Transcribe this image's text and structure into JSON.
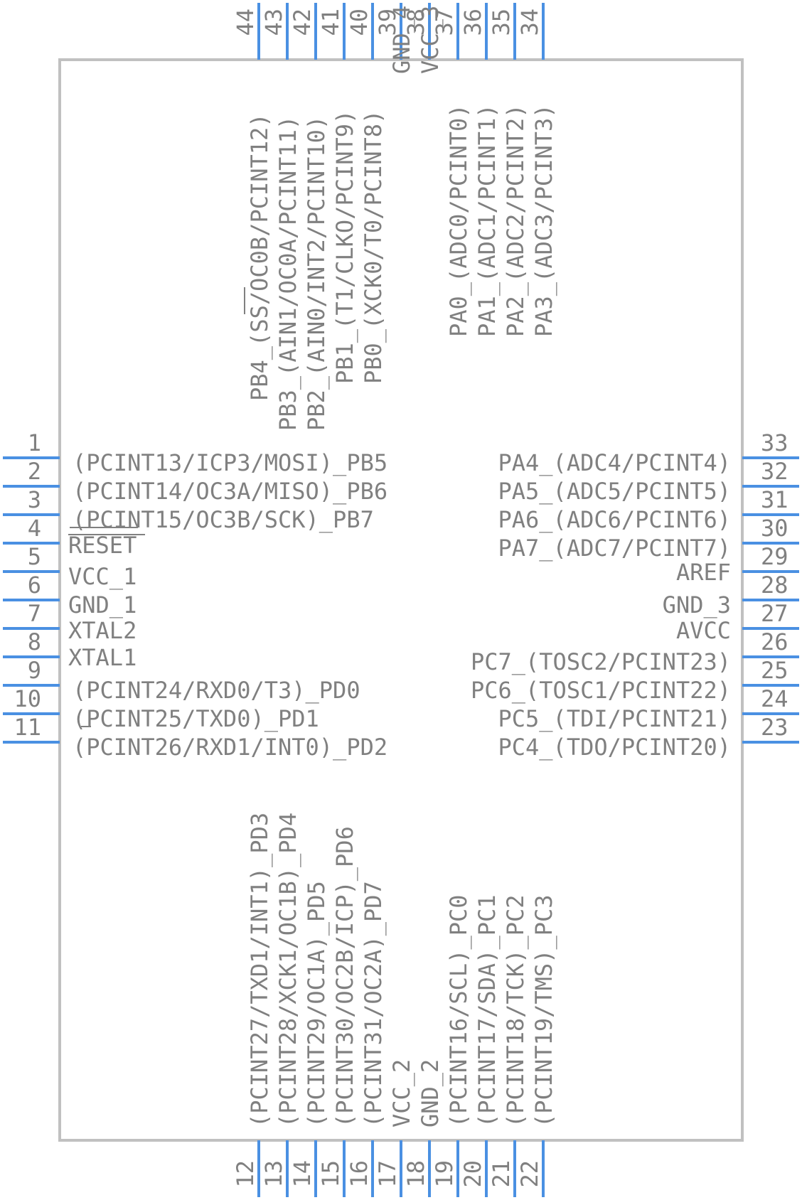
{
  "colors": {
    "pin": "#4a90e2",
    "body": "#c0c0c0",
    "text": "#808080"
  },
  "pins": {
    "left": [
      {
        "num": "1",
        "label": "(PCINT13/ICP3/MOSI)_PB5"
      },
      {
        "num": "2",
        "label": "(PCINT14/OC3A/MISO)_PB6"
      },
      {
        "num": "3",
        "label": "(PCINT15/OC3B/SCK)_PB7"
      },
      {
        "num": "4",
        "label": "RESET"
      },
      {
        "num": "5",
        "label": "VCC_1"
      },
      {
        "num": "6",
        "label": "GND_1"
      },
      {
        "num": "7",
        "label": "XTAL2"
      },
      {
        "num": "8",
        "label": "XTAL1"
      },
      {
        "num": "9",
        "label": "(PCINT24/RXD0/T3)_PD0"
      },
      {
        "num": "10",
        "label": "(PCINT25/TXD0)_PD1"
      },
      {
        "num": "11",
        "label": "(PCINT26/RXD1/INT0)_PD2"
      }
    ],
    "right": [
      {
        "num": "33",
        "label": "PA4_(ADC4/PCINT4)"
      },
      {
        "num": "32",
        "label": "PA5_(ADC5/PCINT5)"
      },
      {
        "num": "31",
        "label": "PA6_(ADC6/PCINT6)"
      },
      {
        "num": "30",
        "label": "PA7_(ADC7/PCINT7)"
      },
      {
        "num": "29",
        "label": "AREF"
      },
      {
        "num": "28",
        "label": "GND_3"
      },
      {
        "num": "27",
        "label": "AVCC"
      },
      {
        "num": "26",
        "label": "PC7_(TOSC2/PCINT23)"
      },
      {
        "num": "25",
        "label": "PC6_(TOSC1/PCINT22)"
      },
      {
        "num": "24",
        "label": "PC5_(TDI/PCINT21)"
      },
      {
        "num": "23",
        "label": "PC4_(TDO/PCINT20)"
      }
    ],
    "top": [
      {
        "num": "44",
        "label": "PB4_(SS/OC0B/PCINT12)"
      },
      {
        "num": "43",
        "label": "PB3_(AIN1/OC0A/PCINT11)"
      },
      {
        "num": "42",
        "label": "PB2_(AIN0/INT2/PCINT10)"
      },
      {
        "num": "41",
        "label": "PB1_(T1/CLKO/PCINT9)"
      },
      {
        "num": "40",
        "label": "PB0_(XCK0/T0/PCINT8)"
      },
      {
        "num": "39",
        "label": "GND_4"
      },
      {
        "num": "38",
        "label": "VCC_3"
      },
      {
        "num": "37",
        "label": "PA0_(ADC0/PCINT0)"
      },
      {
        "num": "36",
        "label": "PA1_(ADC1/PCINT1)"
      },
      {
        "num": "35",
        "label": "PA2_(ADC2/PCINT2)"
      },
      {
        "num": "34",
        "label": "PA3_(ADC3/PCINT3)"
      }
    ],
    "bottom": [
      {
        "num": "12",
        "label": "(PCINT27/TXD1/INT1)_PD3"
      },
      {
        "num": "13",
        "label": "(PCINT28/XCK1/OC1B)_PD4"
      },
      {
        "num": "14",
        "label": "(PCINT29/OC1A)_PD5"
      },
      {
        "num": "15",
        "label": "(PCINT30/OC2B/ICP)_PD6"
      },
      {
        "num": "16",
        "label": "(PCINT31/OC2A)_PD7"
      },
      {
        "num": "17",
        "label": "VCC_2"
      },
      {
        "num": "18",
        "label": "GND_2"
      },
      {
        "num": "19",
        "label": "(PCINT16/SCL)_PC0"
      },
      {
        "num": "20",
        "label": "(PCINT17/SDA)_PC1"
      },
      {
        "num": "21",
        "label": "(PCINT18/TCK)_PC2"
      },
      {
        "num": "22",
        "label": "(PCINT19/TMS)_PC3"
      }
    ]
  }
}
